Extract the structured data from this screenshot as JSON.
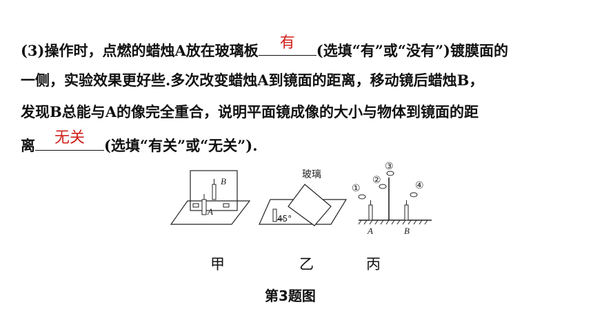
{
  "question": {
    "line1_pre": "(3)操作时，点燃的蜡烛A放在玻璃板",
    "answer1": "有",
    "line1_post": "(选填“有”或“没有”)镀膜面的",
    "line2": "一侧，实验效果更好些.多次改变蜡烛A到镜面的距离，移动镜后蜡烛B，",
    "line3": "发现B总能与A的像完全重合，说明平面镜成像的大小与物体到镜面的距",
    "line4_pre": "离",
    "answer2": "无关",
    "line4_post": "(选填“有关”或“无关”)."
  },
  "figures": {
    "fig1": {
      "caption": "甲",
      "label_a": "A",
      "label_b": "B"
    },
    "fig2": {
      "caption": "乙",
      "label_glass": "玻璃",
      "label_angle": "45°"
    },
    "fig3": {
      "caption": "丙",
      "label_a": "A",
      "label_b": "B",
      "marks": [
        "①",
        "②",
        "③",
        "④"
      ]
    }
  },
  "figure_title": "第3题图",
  "colors": {
    "answer": "#d0201a",
    "text": "#111111"
  }
}
